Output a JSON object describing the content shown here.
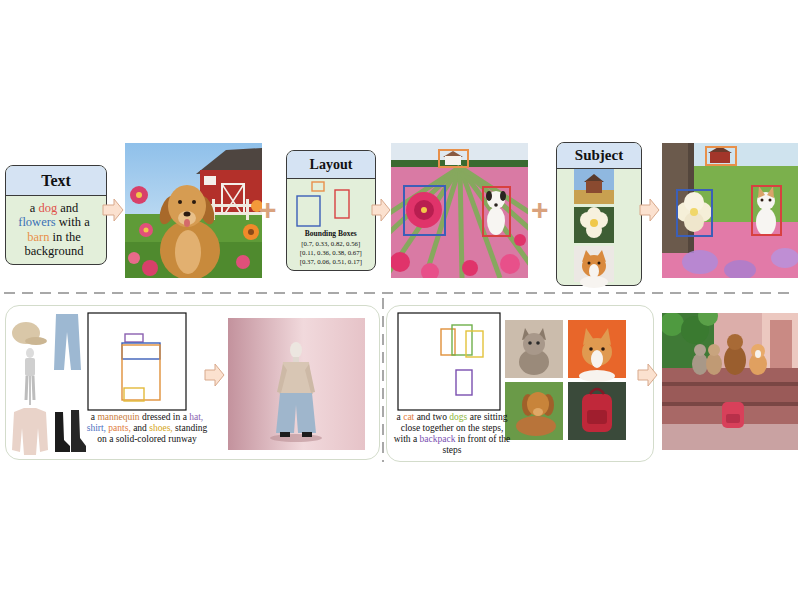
{
  "diagram": {
    "nodes": [
      {
        "text": [
          "Text",
          "a dog and flowers with a barn in the background"
        ]
      },
      {
        "text": [
          "Layout",
          "Bounding Boxes",
          "[0.7, 0.33, 0.82, 0.56]",
          "[0.11, 0.36, 0.38, 0.67]",
          "[0.37, 0.06, 0.51, 0.17]"
        ]
      },
      {
        "text": [
          "Subject"
        ]
      },
      {
        "text": [
          "a mannequin dressed in a hat, shirt, pants, and shoes, standing on a solid-colored runway"
        ]
      },
      {
        "text": [
          "a cat and two dogs are sitting close together on the steps, with a backpack in front of the steps"
        ]
      }
    ],
    "labels": [
      "+",
      "+"
    ]
  }
}
